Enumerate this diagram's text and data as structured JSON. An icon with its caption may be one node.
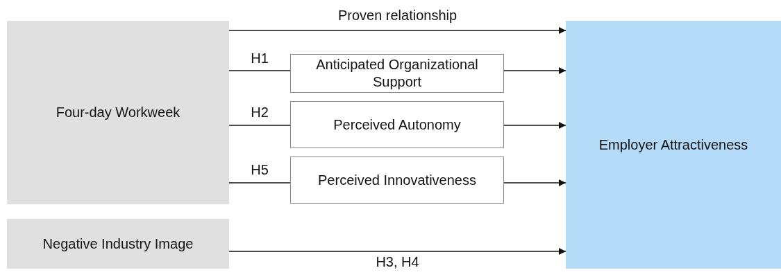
{
  "diagram": {
    "nodes": [
      {
        "text": [
          "Four-day Workweek"
        ]
      },
      {
        "text": [
          "Anticipated Organizational Support"
        ]
      },
      {
        "text": [
          "Perceived Autonomy"
        ]
      },
      {
        "text": [
          "Perceived Innovativeness"
        ]
      },
      {
        "text": [
          "Negative Industry Image"
        ]
      },
      {
        "text": [
          "Employer Attractiveness"
        ]
      }
    ],
    "edges": [
      {
        "from": 0,
        "to": 5,
        "arrow": "to",
        "label": "Proven relationship"
      },
      {
        "from": 0,
        "to": 1,
        "arrow": "none",
        "label": "H1"
      },
      {
        "from": 1,
        "to": 5,
        "arrow": "to"
      },
      {
        "from": 0,
        "to": 2,
        "arrow": "none",
        "label": "H2"
      },
      {
        "from": 2,
        "to": 5,
        "arrow": "to"
      },
      {
        "from": 0,
        "to": 3,
        "arrow": "none",
        "label": "H5"
      },
      {
        "from": 3,
        "to": 5,
        "arrow": "to"
      },
      {
        "from": 4,
        "to": 5,
        "arrow": "to",
        "label": "H3, H4"
      }
    ]
  }
}
